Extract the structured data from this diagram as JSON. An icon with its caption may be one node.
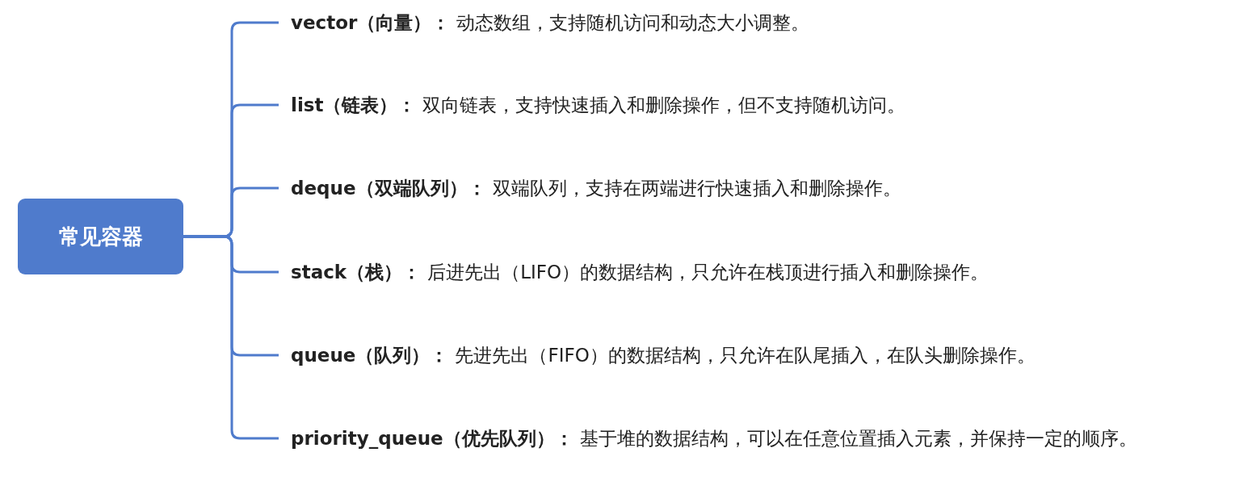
{
  "diagram": {
    "nodes": [
      {
        "text": [
          "常见容器"
        ]
      },
      {
        "text": [
          "vector（向量）：",
          "动态数组，支持随机访问和动态大小调整。"
        ]
      },
      {
        "text": [
          "list（链表）：",
          "双向链表，支持快速插入和删除操作，但不支持随机访问。"
        ]
      },
      {
        "text": [
          "deque（双端队列）：",
          "双端队列，支持在两端进行快速插入和删除操作。"
        ]
      },
      {
        "text": [
          "stack（栈）：",
          "后进先出（LIFO）的数据结构，只允许在栈顶进行插入和删除操作。"
        ]
      },
      {
        "text": [
          "queue（队列）：",
          "先进先出（FIFO）的数据结构，只允许在队尾插入，在队头删除操作。"
        ]
      },
      {
        "text": [
          "priority_queue（优先队列）：",
          "基于堆的数据结构，可以在任意位置插入元素，并保持一定的顺序。"
        ]
      }
    ],
    "edges": [
      {
        "from": 0,
        "to": 1,
        "arrow": "none"
      },
      {
        "from": 0,
        "to": 2,
        "arrow": "none"
      },
      {
        "from": 0,
        "to": 3,
        "arrow": "none"
      },
      {
        "from": 0,
        "to": 4,
        "arrow": "none"
      },
      {
        "from": 0,
        "to": 5,
        "arrow": "none"
      },
      {
        "from": 0,
        "to": 6,
        "arrow": "none"
      }
    ]
  }
}
